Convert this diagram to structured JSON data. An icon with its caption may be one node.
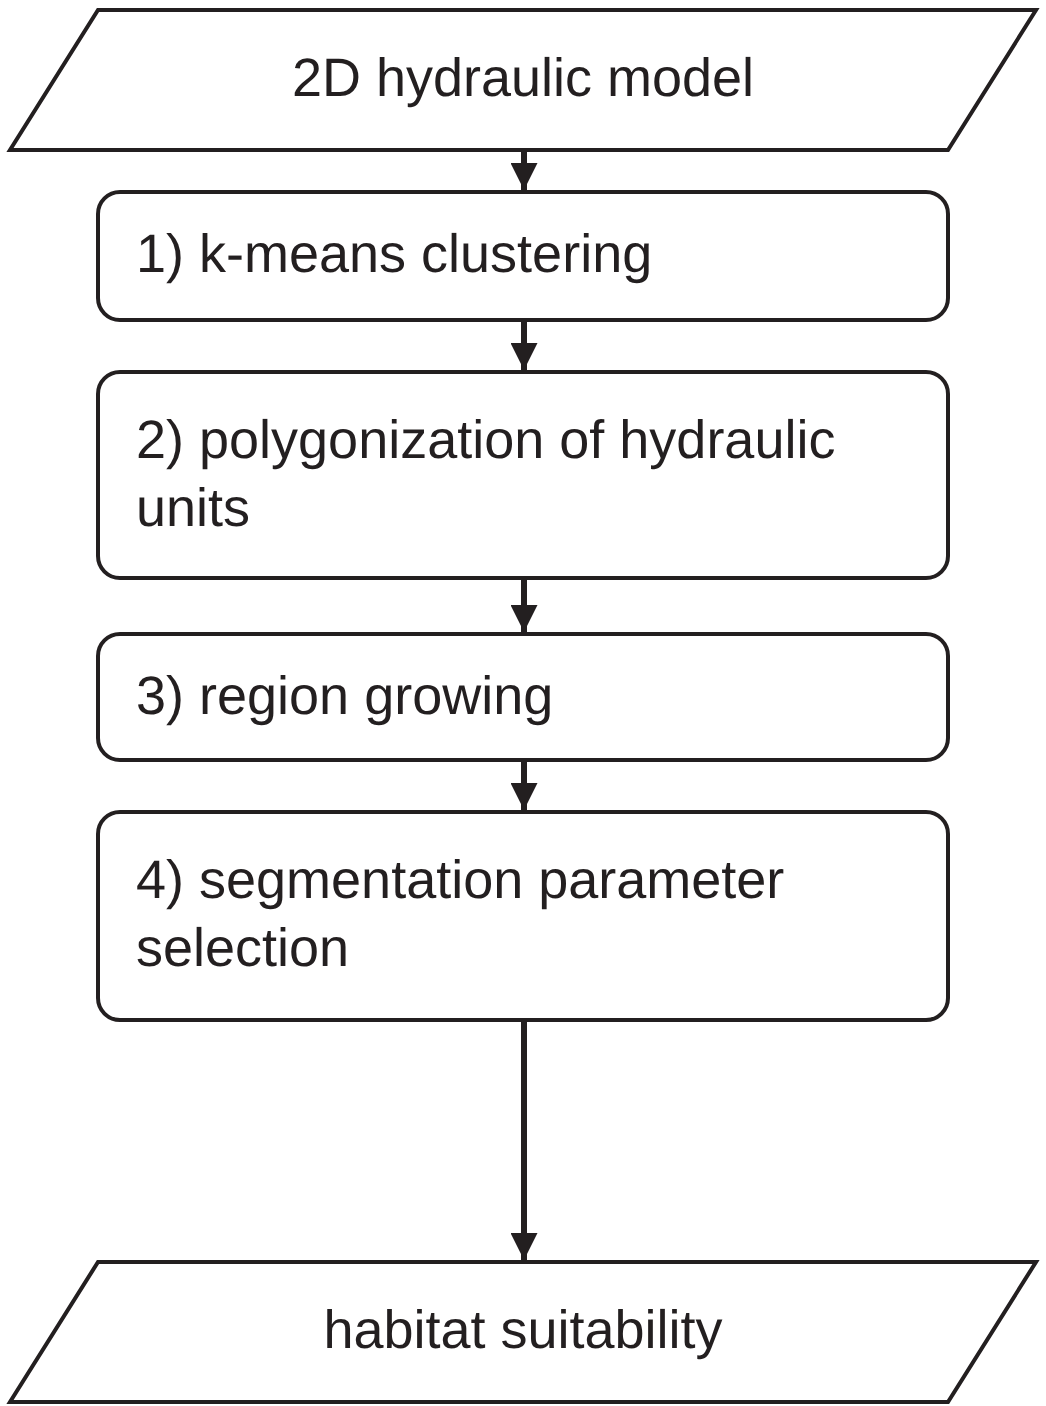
{
  "diagram": {
    "nodes": [
      {
        "text": [
          "2D hydraulic model"
        ]
      },
      {
        "text": [
          "1) k-means clustering"
        ]
      },
      {
        "text": [
          "2) polygonization of hydraulic units"
        ]
      },
      {
        "text": [
          "3) region growing"
        ]
      },
      {
        "text": [
          "4) segmentation parameter selection"
        ]
      },
      {
        "text": [
          "habitat suitability"
        ]
      }
    ],
    "edges": [
      {
        "from": 0,
        "to": 1,
        "arrow": "to"
      },
      {
        "from": 1,
        "to": 2,
        "arrow": "to"
      },
      {
        "from": 2,
        "to": 3,
        "arrow": "to"
      },
      {
        "from": 3,
        "to": 4,
        "arrow": "to"
      },
      {
        "from": 4,
        "to": 5,
        "arrow": "to"
      }
    ]
  }
}
